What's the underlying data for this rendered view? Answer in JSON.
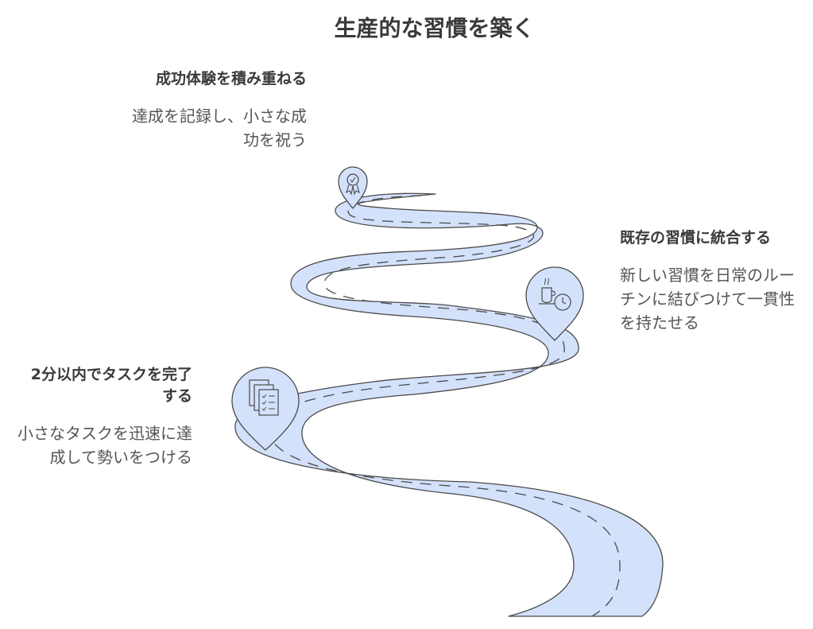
{
  "title": "生産的な習慣を築く",
  "steps": [
    {
      "heading": "成功体験を積み重ねる",
      "body": "達成を記録し、小さな成功を祝う",
      "icon": "award-ribbon-icon"
    },
    {
      "heading": "既存の習慣に統合する",
      "body": "新しい習慣を日常のルーチンに結びつけて一貫性を持たせる",
      "icon": "coffee-clock-icon"
    },
    {
      "heading": "2分以内でタスクを完了する",
      "body": "小さなタスクを迅速に達成して勢いをつける",
      "icon": "task-checklist-icon"
    }
  ],
  "colors": {
    "road_fill": "#d4e1fb",
    "road_stroke": "#4a4a4a",
    "pin_fill": "#d4e1fb"
  }
}
